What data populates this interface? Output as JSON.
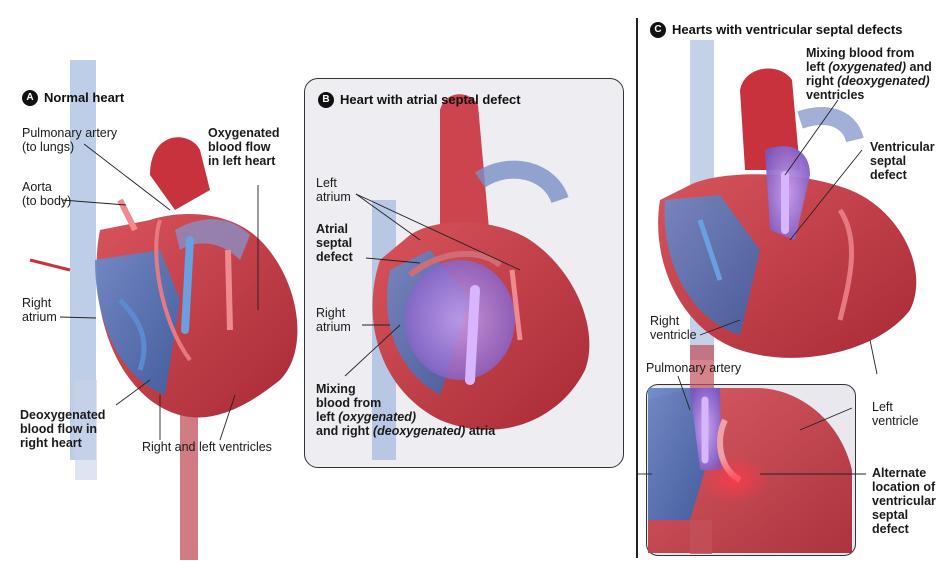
{
  "panels": {
    "a": {
      "badge": "A",
      "title": "Normal heart",
      "labels": {
        "pulmonary_artery": "Pulmonary artery",
        "pulmonary_artery_sub": "(to lungs)",
        "aorta": "Aorta",
        "aorta_sub": "(to body)",
        "right_atrium_1": "Right",
        "right_atrium_2": "atrium",
        "oxy_1": "Oxygenated",
        "oxy_2": "blood flow",
        "oxy_3": "in left heart",
        "deoxy_1": "Deoxygenated",
        "deoxy_2": "blood flow in",
        "deoxy_3": "right heart",
        "ventricles": "Right and left ventricles"
      }
    },
    "b": {
      "badge": "B",
      "title": "Heart with atrial septal defect",
      "labels": {
        "left_atrium_1": "Left",
        "left_atrium_2": "atrium",
        "asd_1": "Atrial",
        "asd_2": "septal",
        "asd_3": "defect",
        "right_atrium_1": "Right",
        "right_atrium_2": "atrium",
        "mix_1": "Mixing",
        "mix_2": "blood from",
        "mix_3a": "left ",
        "mix_3b": "(oxygenated)",
        "mix_4a": "and right ",
        "mix_4b": "(deoxygenated)",
        "mix_4c": " atria"
      }
    },
    "c": {
      "badge": "C",
      "title": "Hearts with ventricular septal defects",
      "labels": {
        "mix_1": "Mixing blood from",
        "mix_2a": "left ",
        "mix_2b": "(oxygenated)",
        "mix_2c": " and",
        "mix_3a": "right ",
        "mix_3b": "(deoxygenated)",
        "mix_4": "ventricles",
        "vsd_1": "Ventricular",
        "vsd_2": "septal",
        "vsd_3": "defect",
        "right_vent_1": "Right",
        "right_vent_2": "ventricle",
        "pulmonary_artery": "Pulmonary artery",
        "left_vent_1": "Left",
        "left_vent_2": "ventricle",
        "alt_1": "Alternate",
        "alt_2": "location of",
        "alt_3": "ventricular",
        "alt_4": "septal",
        "alt_5": "defect"
      }
    }
  },
  "colors": {
    "oxygenated": "#c8323c",
    "deoxygenated": "#4a6fb5",
    "mixed": "#9a6fd0",
    "myocardium": "#b8404a"
  }
}
